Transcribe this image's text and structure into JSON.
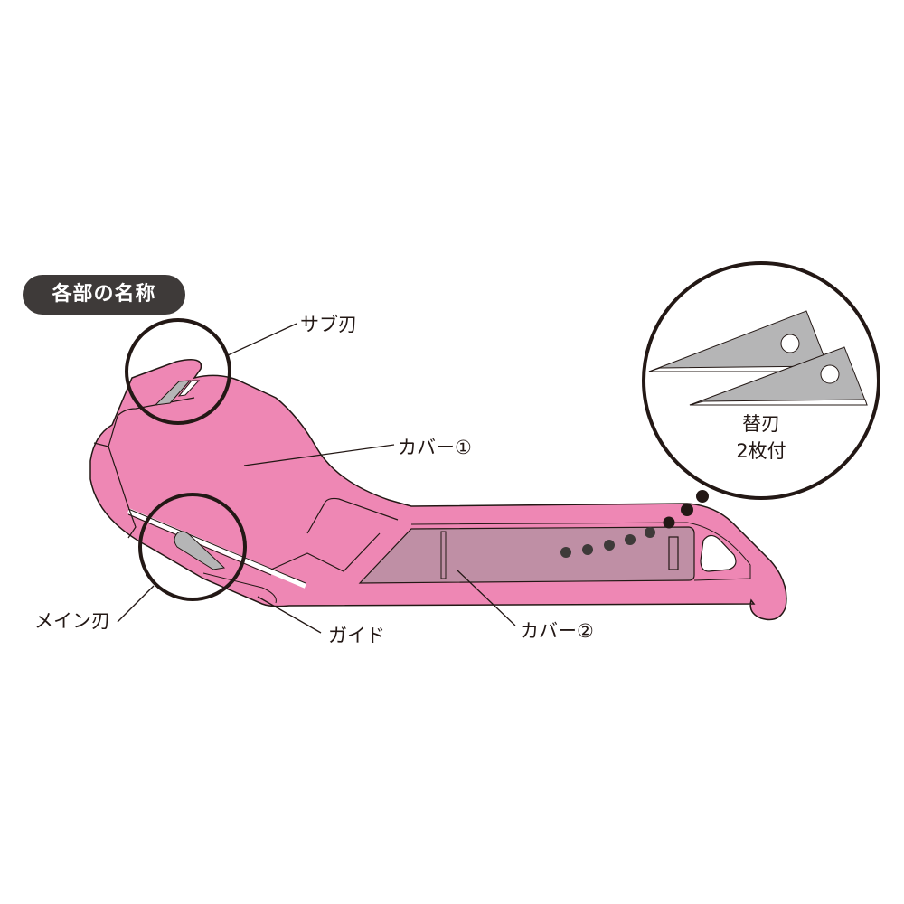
{
  "title": "各部の名称",
  "labels": {
    "sub_blade": "サブ刃",
    "cover1": "カバー①",
    "main_blade": "メイン刃",
    "guide": "ガイド",
    "cover2": "カバー②"
  },
  "inset": {
    "line1": "替刃",
    "line2": "2枚付"
  },
  "colors": {
    "body": "#ee87b4",
    "cover2": "#bf8fa5",
    "blade": "#b5b5b6",
    "outline": "#231815"
  }
}
